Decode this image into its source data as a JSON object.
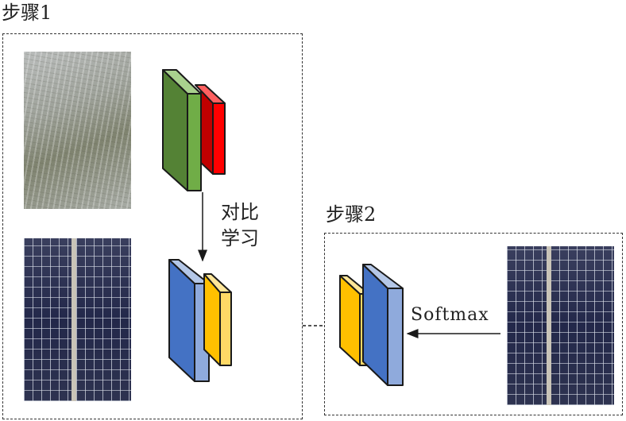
{
  "step1": {
    "title": "步骤1",
    "contrast_label_line1": "对比",
    "contrast_label_line2": "学习"
  },
  "step2": {
    "title": "步骤2",
    "arrow_label": "Softmax"
  },
  "colors": {
    "green": "#70ad47",
    "red": "#ff0000",
    "blue": "#4472c4",
    "yellow": "#ffc000"
  }
}
